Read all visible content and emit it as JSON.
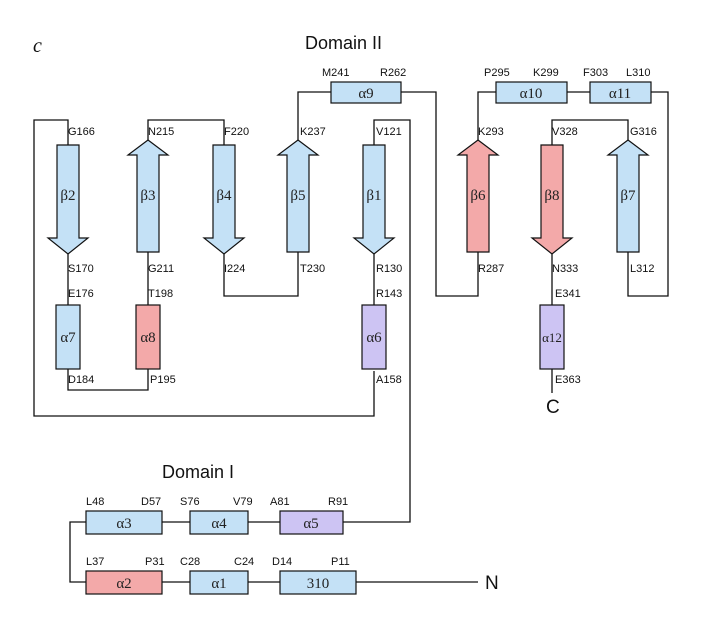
{
  "panel_label": "c",
  "domains": {
    "domain2": "Domain II",
    "domain1": "Domain I"
  },
  "termini": {
    "c": "C",
    "n": "N"
  },
  "colors": {
    "blue": "#c4e1f6",
    "red": "#f3a9a9",
    "purple": "#cdc4f3"
  },
  "strands": {
    "b2": {
      "label": "β2",
      "color": "blue",
      "top": "G166",
      "bottom": "S170"
    },
    "b3": {
      "label": "β3",
      "color": "blue",
      "top": "N215",
      "bottom": "G211"
    },
    "b4": {
      "label": "β4",
      "color": "blue",
      "top": "F220",
      "bottom": "I224"
    },
    "b5": {
      "label": "β5",
      "color": "blue",
      "top": "K237",
      "bottom": "T230"
    },
    "b1": {
      "label": "β1",
      "color": "blue",
      "top": "V121",
      "bottom": "R130"
    },
    "b6": {
      "label": "β6",
      "color": "red",
      "top": "K293",
      "bottom": "R287"
    },
    "b8": {
      "label": "β8",
      "color": "red",
      "top": "V328",
      "bottom": "N333"
    },
    "b7": {
      "label": "β7",
      "color": "blue",
      "top": "G316",
      "bottom": "L312"
    }
  },
  "helices_vertical": {
    "a7": {
      "label": "α7",
      "color": "blue",
      "top": "E176",
      "bottom": "D184"
    },
    "a8": {
      "label": "α8",
      "color": "red",
      "top": "T198",
      "bottom": "P195"
    },
    "a6": {
      "label": "α6",
      "color": "purple",
      "top": "R143",
      "bottom": "A158"
    },
    "a12": {
      "label": "α12",
      "color": "purple",
      "top": "E341",
      "bottom": "E363"
    }
  },
  "helices_horizontal": {
    "a9": {
      "label": "α9",
      "color": "blue",
      "left": "M241",
      "right": "R262"
    },
    "a10": {
      "label": "α10",
      "color": "blue",
      "left": "P295",
      "right": "K299"
    },
    "a11": {
      "label": "α11",
      "color": "blue",
      "left": "F303",
      "right": "L310"
    },
    "a3": {
      "label": "α3",
      "color": "blue",
      "left": "L48",
      "right": "D57"
    },
    "a4": {
      "label": "α4",
      "color": "blue",
      "left": "S76",
      "right": "V79"
    },
    "a5": {
      "label": "α5",
      "color": "purple",
      "left": "A81",
      "right": "R91"
    },
    "a2": {
      "label": "α2",
      "color": "red",
      "left": "L37",
      "right": "P31"
    },
    "a1": {
      "label": "α1",
      "color": "blue",
      "left": "C28",
      "right": "C24"
    },
    "h310": {
      "label": "310",
      "color": "blue",
      "left": "D14",
      "right": "P11"
    }
  }
}
